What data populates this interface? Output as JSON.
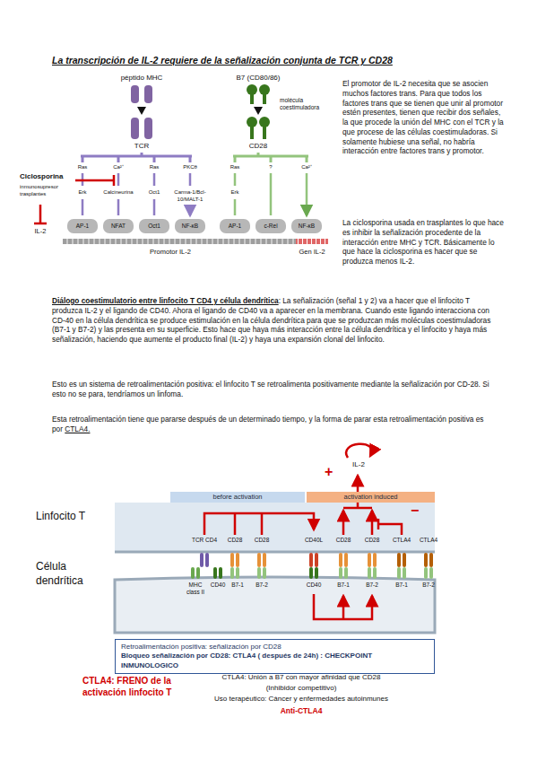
{
  "diagram": {
    "title": "La transcripción de IL-2 requiere de la señalización conjunta de TCR y CD28",
    "nodes": [
      {
        "text": [
          "AP-1"
        ]
      },
      {
        "text": [
          "NFAT"
        ]
      },
      {
        "text": [
          "Oct1"
        ]
      },
      {
        "text": [
          "NF-κB"
        ]
      },
      {
        "text": [
          "AP-1"
        ]
      },
      {
        "text": [
          "c-Rel"
        ]
      },
      {
        "text": [
          "NF-κB"
        ]
      },
      {
        "text": [
          "before activation"
        ]
      },
      {
        "text": [
          "activation induced"
        ]
      },
      {
        "text": [
          "Retroalimentación positiva: señalización por CD28",
          "Bloqueo señalización por CD28: CTLA4 ( después de 24h) : CHECKPOINT INMUNOLOGICO"
        ]
      }
    ],
    "labels": [
      "péptido MHC",
      "B7 (CD80/86)",
      "molécula coestimuladora",
      "TCR",
      "CD28",
      "Ras",
      "Ca²⁺",
      "Ras",
      "PKCθ",
      "Ras",
      "?",
      "Ca²⁺",
      "Erk",
      "Calcineurina",
      "Oct1",
      "Carma-1/Bcl-10/MALT-1",
      "Erk",
      "Ciclosporina",
      "inmunosupresor trasplantes",
      "IL-2",
      "Gen IL-2",
      "Promotor IL-2",
      "El promotor de IL-2 necesita que se asocien muchos factores trans. Para que todos los factores trans que se tienen que unir al promotor estén presentes, tienen que recibir dos señales, la que procede la unión del MHC con el TCR y la que procese de las células coestimuladoras. Si solamente hubiese una señal, no habría interacción entre factores trans y promotor.",
      "La ciclosporina usada en trasplantes lo que hace es inhibir la señalización procedente de la interacción entre MHC y TCR. Básicamente lo que hace la ciclosporina es hacer que se produzca menos IL-2.",
      "Diálogo coestimulatorio entre linfocito T CD4 y célula dendrítica",
      ": La señalización (señal 1 y 2) va a hacer que el linfocito T produzca IL-2 y el ligando de CD40. Ahora el ligando de CD40 va a aparecer en la membrana. Cuando este ligando interacciona con CD-40 en la célula dendrítica se produce estimulación en la célula dendrítica para que se produzcan más moléculas coestimuladoras (B7-1 y B7-2) y las presenta en su superficie. Esto hace que haya más interacción entre la célula dendrítica y el linfocito y haya más señalización, haciendo que aumente el producto final (IL-2) y haya una expansión clonal del linfocito.",
      "Esto es un sistema de retroalimentación positiva: el linfocito T se retroalimenta positivamente mediante la señalización por CD-28. Si esto no se para, tendríamos un linfoma.",
      "Esta retroalimentación tiene que pararse después de un determinado tiempo, y la forma de parar esta retroalimentación positiva es por",
      "CTLA4.",
      "IL-2",
      "+",
      "−",
      "Linfocito T",
      "Célula dendrítica",
      "TCR CD4",
      "CD28",
      "CD28",
      "CD40L",
      "CD28",
      "CD28",
      "CTLA4",
      "CTLA4",
      "MHC class II",
      "CD40",
      "B7-1",
      "B7-2",
      "CD40",
      "B7-1",
      "B7-2",
      "B7-1",
      "B7-2",
      "CTLA4: FRENO de la activación linfocito T",
      "CTLA4: Unión a B7 con mayor afinidad que CD28",
      "(Inhibidor competitivo)",
      "Uso terapéutico: Cáncer y enfermedades autoinmunes",
      "Anti-CTLA4"
    ]
  }
}
